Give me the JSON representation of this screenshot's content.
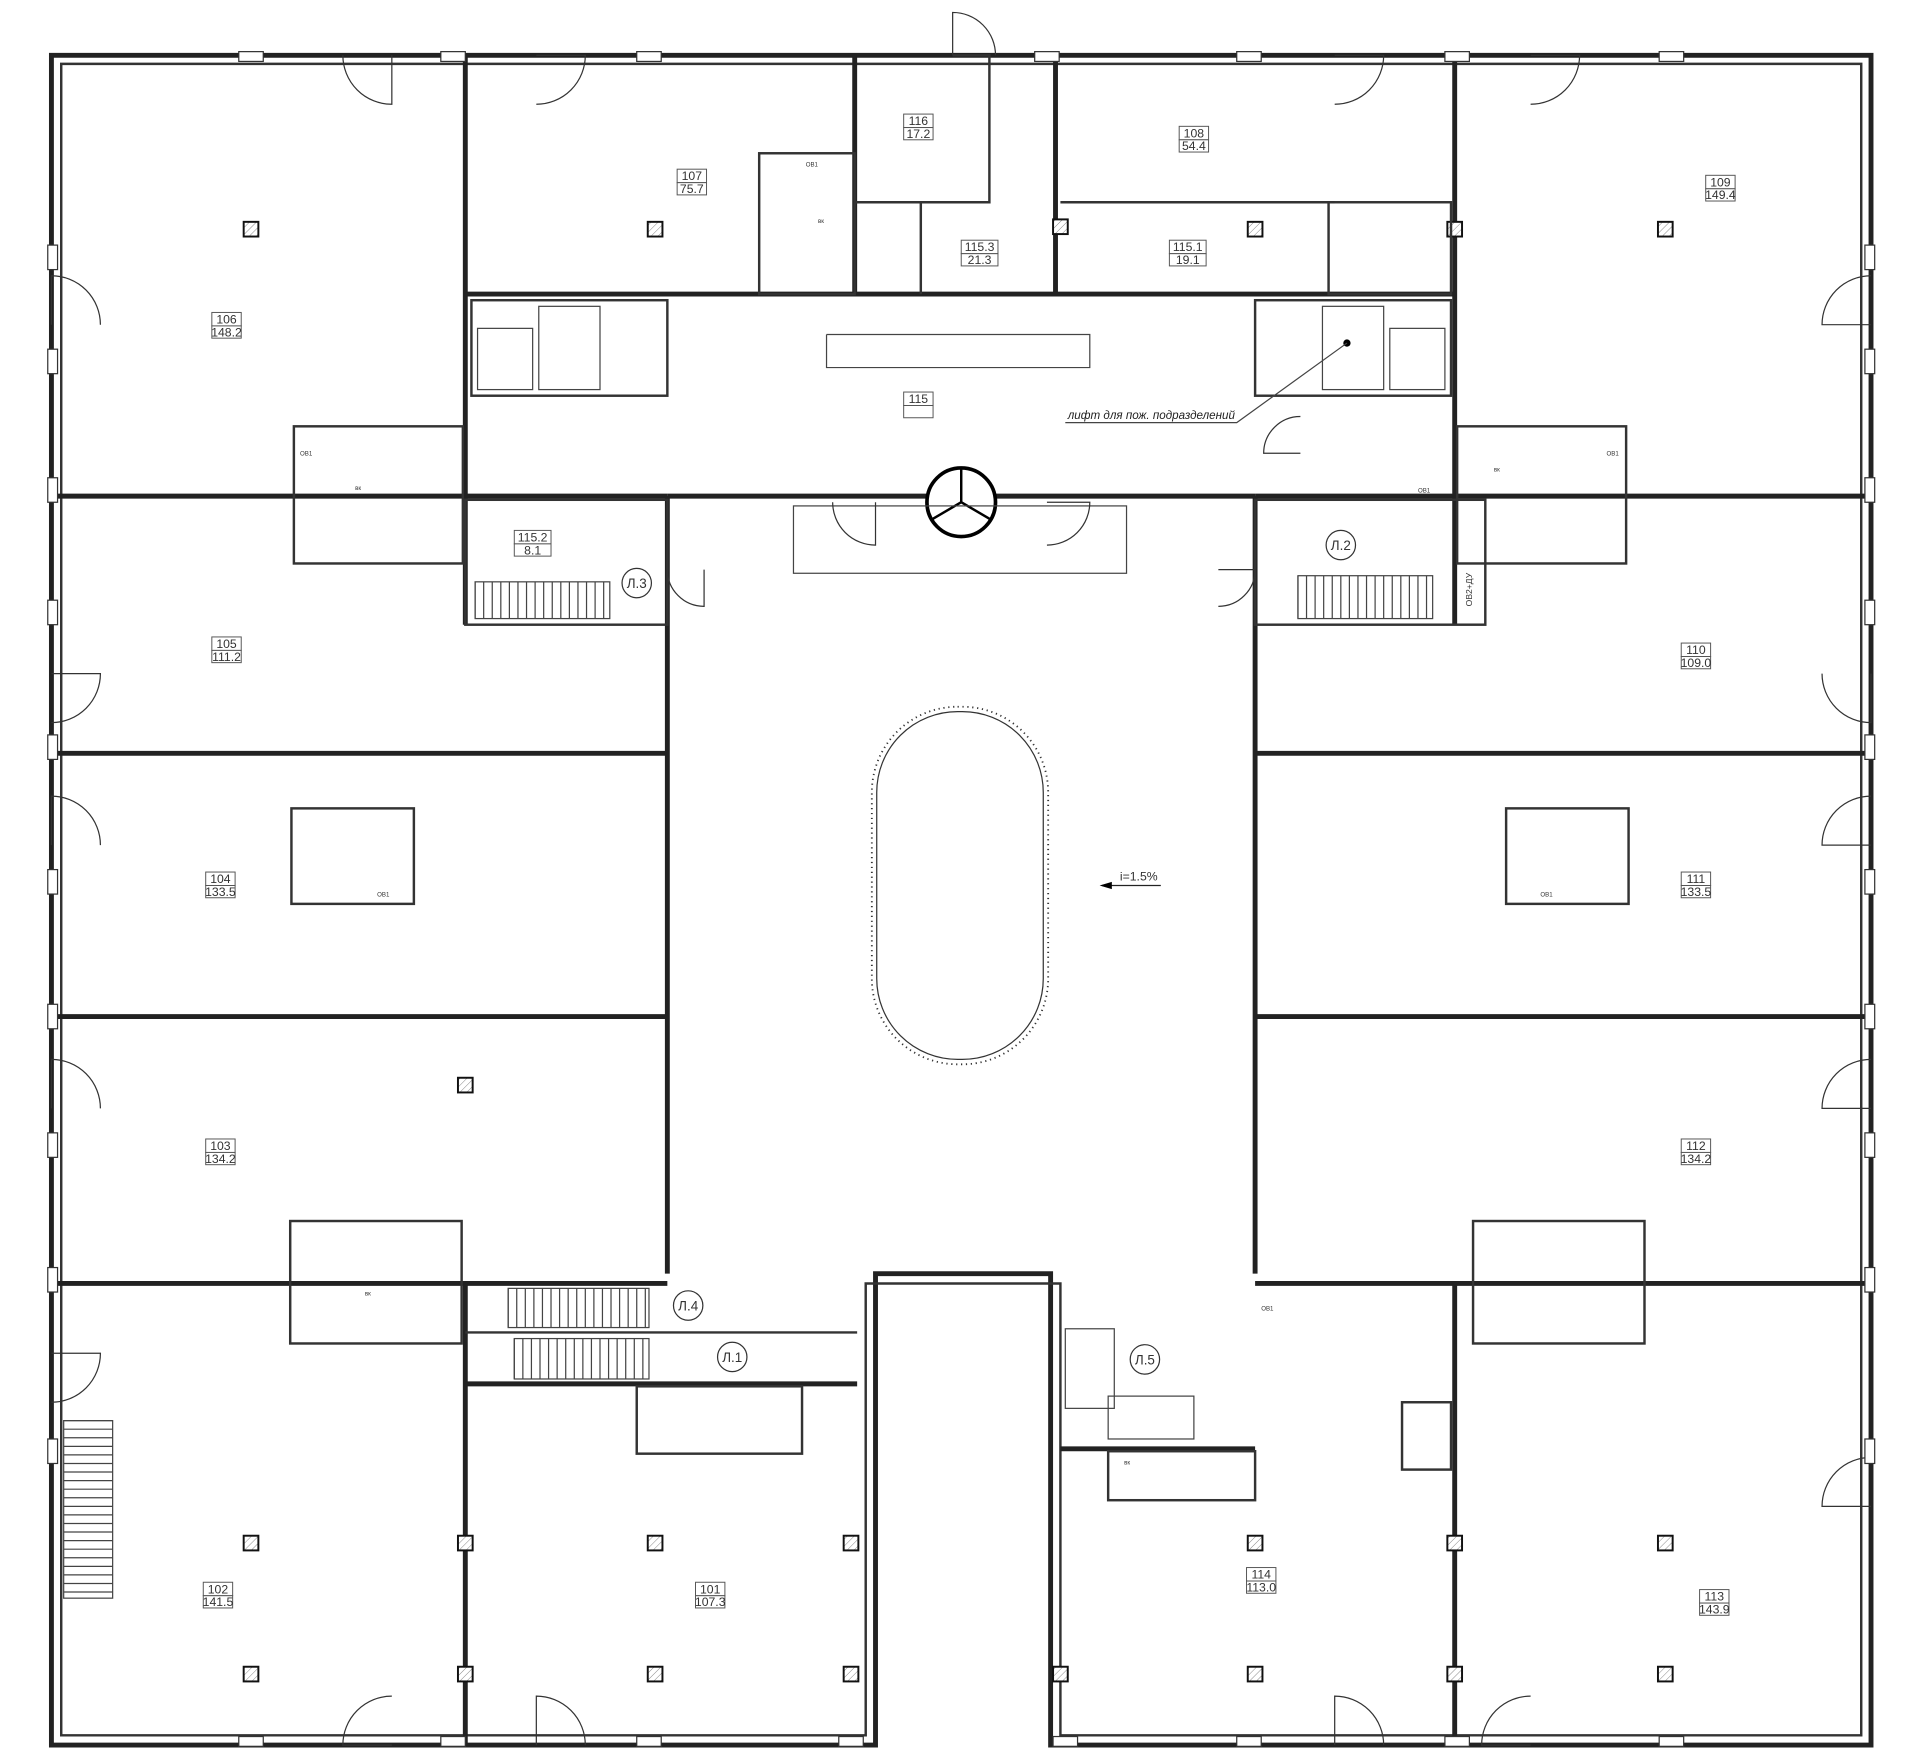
{
  "plan": {
    "rooms": [
      {
        "id": "106",
        "area": "148.2"
      },
      {
        "id": "107",
        "area": "75.7"
      },
      {
        "id": "116",
        "area": "17.2"
      },
      {
        "id": "108",
        "area": "54.4"
      },
      {
        "id": "109",
        "area": "149.4"
      },
      {
        "id": "115.3",
        "area": "21.3"
      },
      {
        "id": "115.1",
        "area": "19.1"
      },
      {
        "id": "115",
        "area": ""
      },
      {
        "id": "115.2",
        "area": "8.1"
      },
      {
        "id": "105",
        "area": "111.2"
      },
      {
        "id": "110",
        "area": "109.0"
      },
      {
        "id": "104",
        "area": "133.5"
      },
      {
        "id": "111",
        "area": "133.5"
      },
      {
        "id": "103",
        "area": "134.2"
      },
      {
        "id": "112",
        "area": "134.2"
      },
      {
        "id": "102",
        "area": "141.5"
      },
      {
        "id": "101",
        "area": "107.3"
      },
      {
        "id": "114",
        "area": "113.0"
      },
      {
        "id": "113",
        "area": "143.9"
      }
    ],
    "stairs": [
      "Л.1",
      "Л.2",
      "Л.3",
      "Л.4",
      "Л.5"
    ],
    "annotations": {
      "fire_lift": "лифт для пож. подразделений",
      "slope": "i=1.5%",
      "vent_ov2": "ОВ2+ДУ",
      "vent_ov1": "ОВ1",
      "vk": "вк"
    }
  }
}
